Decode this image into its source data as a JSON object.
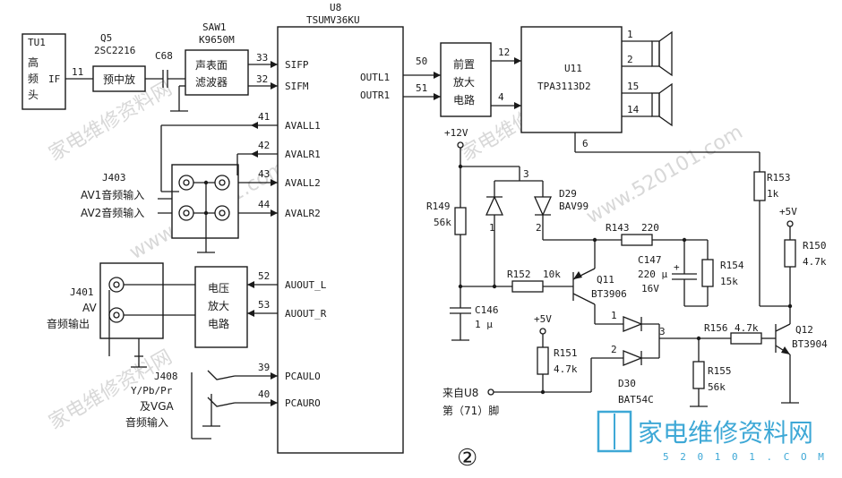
{
  "watermarks": [
    "家电维修资料网",
    "家电维修资料网",
    "家电维修资料网",
    "www.520101.com",
    "www.520101.com"
  ],
  "brand": {
    "name": "家电维修资料网",
    "site": "5 2 0 1 0 1 . C O M"
  },
  "figure_number": "②",
  "tuner": {
    "ref": "TU1",
    "line1": "高",
    "line2": "频",
    "line3": "头",
    "pin": "IF",
    "wire_pin": "11"
  },
  "q5": {
    "ref": "Q5",
    "part": "2SC2216",
    "label": "预中放"
  },
  "c68": {
    "ref": "C68"
  },
  "saw": {
    "ref": "SAW1",
    "part": "K9650M",
    "line1": "声表面",
    "line2": "滤波器"
  },
  "u8": {
    "ref": "U8",
    "part": "TSUMV36KU",
    "pins_left": [
      {
        "num": "33",
        "name": "SIFP"
      },
      {
        "num": "32",
        "name": "SIFM"
      },
      {
        "num": "41",
        "name": "AVALL1"
      },
      {
        "num": "42",
        "name": "AVALR1"
      },
      {
        "num": "43",
        "name": "AVALL2"
      },
      {
        "num": "44",
        "name": "AVALR2"
      },
      {
        "num": "52",
        "name": "AUOUT_L"
      },
      {
        "num": "53",
        "name": "AUOUT_R"
      },
      {
        "num": "39",
        "name": "PCAULO"
      },
      {
        "num": "40",
        "name": "PCAURO"
      }
    ],
    "pins_right": [
      {
        "num": "50",
        "name": "OUTL1"
      },
      {
        "num": "51",
        "name": "OUTR1"
      }
    ]
  },
  "preamp": {
    "line1": "前置",
    "line2": "放大",
    "line3": "电路",
    "pin_a": "12",
    "pin_b": "4"
  },
  "u11": {
    "ref": "U11",
    "part": "TPA3113D2",
    "pins": [
      "1",
      "2",
      "15",
      "14",
      "6"
    ]
  },
  "j403": {
    "ref": "J403",
    "line1": "AV1音频输入",
    "line2": "AV2音频输入"
  },
  "j401": {
    "ref": "J401",
    "line1": "AV",
    "line2": "音频输出"
  },
  "vamp": {
    "line1": "电压",
    "line2": "放大",
    "line3": "电路"
  },
  "j408": {
    "ref": "J408",
    "line1": "Y/Pb/Pr",
    "line2": "及VGA",
    "line3": "音频输入"
  },
  "mute": {
    "vcc12": "+12V",
    "r149": {
      "ref": "R149",
      "val": "56k"
    },
    "d29": {
      "ref": "D29",
      "part": "BAV99",
      "p1": "1",
      "p2": "2",
      "p3": "3"
    },
    "r143": {
      "ref": "R143",
      "val": "220"
    },
    "c147": {
      "ref": "C147",
      "val1": "220 µ",
      "val2": "16V"
    },
    "r154": {
      "ref": "R154",
      "val": "15k"
    },
    "r152": {
      "ref": "R152",
      "val": "10k"
    },
    "q11": {
      "ref": "Q11",
      "part": "BT3906"
    },
    "c146": {
      "ref": "C146",
      "val": "1 µ"
    },
    "vcc5a": "+5V",
    "r151": {
      "ref": "R151",
      "val": "4.7k"
    },
    "d30": {
      "ref": "D30",
      "part": "BAT54C",
      "p1": "1",
      "p2": "2",
      "p3": "3"
    },
    "r156": {
      "ref": "R156",
      "val": "4.7k"
    },
    "r155": {
      "ref": "R155",
      "val": "56k"
    },
    "r153": {
      "ref": "R153",
      "val": "1k"
    },
    "vcc5b": "+5V",
    "r150": {
      "ref": "R150",
      "val": "4.7k"
    },
    "q12": {
      "ref": "Q12",
      "part": "BT3904"
    },
    "from_label1": "来自U8",
    "from_label2": "第（71）脚"
  }
}
